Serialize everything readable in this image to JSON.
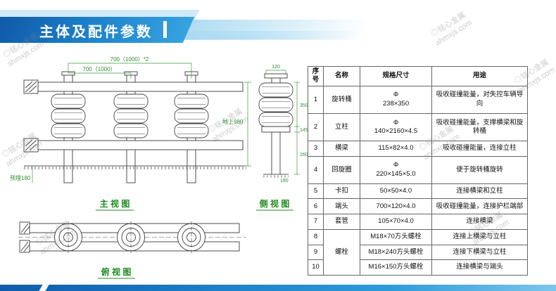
{
  "header": {
    "title": "主体及配件参数"
  },
  "watermark": {
    "brand": "◎铭心金属",
    "site": "ahmxjs.com"
  },
  "drawings": {
    "front_view": {
      "label": "主 视 图",
      "dim_top": "700（1000）*2",
      "dim_span": "700（1000）",
      "dim_height": "地上980",
      "dim_embed": "预埋180"
    },
    "side_view": {
      "label": "侧 视 图",
      "dim_width": "120",
      "dim_barrel": "350",
      "dim_ring": "145",
      "dim_lower": "260",
      "dim_embed": "180"
    },
    "top_view": {
      "label": "俯 视 图"
    }
  },
  "table": {
    "headers": [
      "序号",
      "名称",
      "规格尺寸",
      "用途"
    ],
    "rows": [
      {
        "no": "1",
        "name": "旋转桶",
        "spec": "Φ\n238×350",
        "use": "吸收碰撞能量，对失控车辆导向"
      },
      {
        "no": "2",
        "name": "立柱",
        "spec": "Φ\n140×2160×4.5",
        "use": "吸收碰撞能量，支撑横梁和旋转桶"
      },
      {
        "no": "3",
        "name": "横梁",
        "spec": "115×82×4.0",
        "use": "吸收碰撞能量，连接立柱"
      },
      {
        "no": "4",
        "name": "回旋圈",
        "spec": "Φ\n220×145×5.0",
        "use": "便于旋转桶旋转"
      },
      {
        "no": "5",
        "name": "卡扣",
        "spec": "50×50×4.0",
        "use": "连接横梁和立柱"
      },
      {
        "no": "6",
        "name": "端头",
        "spec": "700×120×4.0",
        "use": "吸收碰撞能量，连接护栏端部"
      },
      {
        "no": "7",
        "name": "套管",
        "spec": "105×70×4.0",
        "use": "连接横梁"
      },
      {
        "no": "8",
        "name": "螺栓",
        "spec": "M18×70方头螺栓",
        "use": "连接上横梁与立柱"
      },
      {
        "no": "9",
        "spec": "M18×240方头螺栓",
        "use": "连接下横梁与立柱"
      },
      {
        "no": "10",
        "spec": "M16×150方头螺栓",
        "use": "连接横梁与端头"
      }
    ]
  }
}
